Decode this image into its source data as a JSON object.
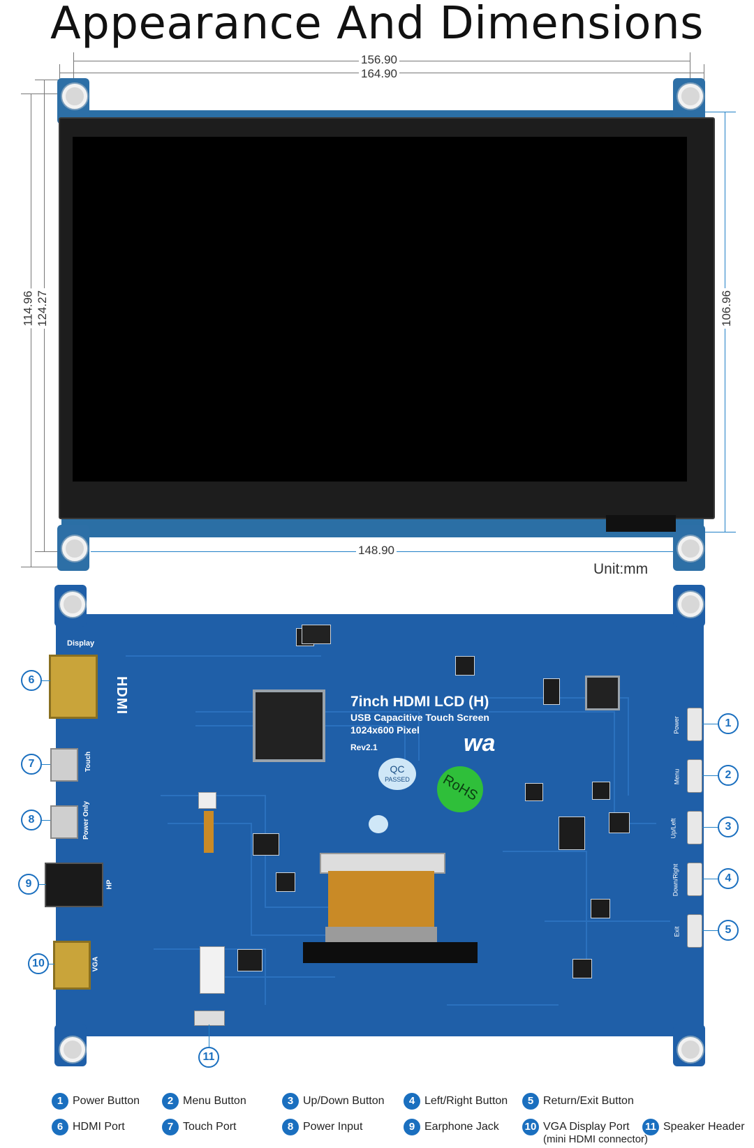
{
  "title": "Appearance And Dimensions",
  "unit": "Unit:mm",
  "dimensions": {
    "top_inner": "156.90",
    "top_outer": "164.90",
    "bottom": "148.90",
    "left_outer": "124.27",
    "left_inner": "114.96",
    "right": "106.96"
  },
  "board": {
    "product": "7inch HDMI LCD (H)",
    "line2": "USB Capacitive Touch Screen",
    "line3": "1024x600 Pixel",
    "rev": "Rev2.1",
    "qc": "QC",
    "passed": "PASSED",
    "rohs": "RoHS",
    "display_label": "Display",
    "hdmi_label": "HDMI",
    "touch_label": "Touch",
    "power_only_label": "Power Only",
    "hp_label": "HP",
    "vga_label": "VGA",
    "brand": "wa",
    "button_labels": [
      "Power",
      "Menu",
      "Up/Left",
      "Down/Right",
      "Exit"
    ]
  },
  "callouts": [
    "1",
    "2",
    "3",
    "4",
    "5",
    "6",
    "7",
    "8",
    "9",
    "10",
    "11"
  ],
  "legend": [
    {
      "num": "1",
      "label": "Power Button"
    },
    {
      "num": "2",
      "label": "Menu Button"
    },
    {
      "num": "3",
      "label": "Up/Down Button"
    },
    {
      "num": "4",
      "label": "Left/Right Button"
    },
    {
      "num": "5",
      "label": "Return/Exit Button"
    },
    {
      "num": "6",
      "label": "HDMI Port"
    },
    {
      "num": "7",
      "label": "Touch Port"
    },
    {
      "num": "8",
      "label": "Power Input"
    },
    {
      "num": "9",
      "label": "Earphone Jack"
    },
    {
      "num": "10",
      "label": "VGA Display Port"
    },
    {
      "num": "11",
      "label": "Speaker Header"
    }
  ],
  "legend_note": "(mini HDMI connector)",
  "colors": {
    "pcb": "#1f5fa8",
    "callout": "#1a6fbf",
    "dim_line": "#777777"
  }
}
